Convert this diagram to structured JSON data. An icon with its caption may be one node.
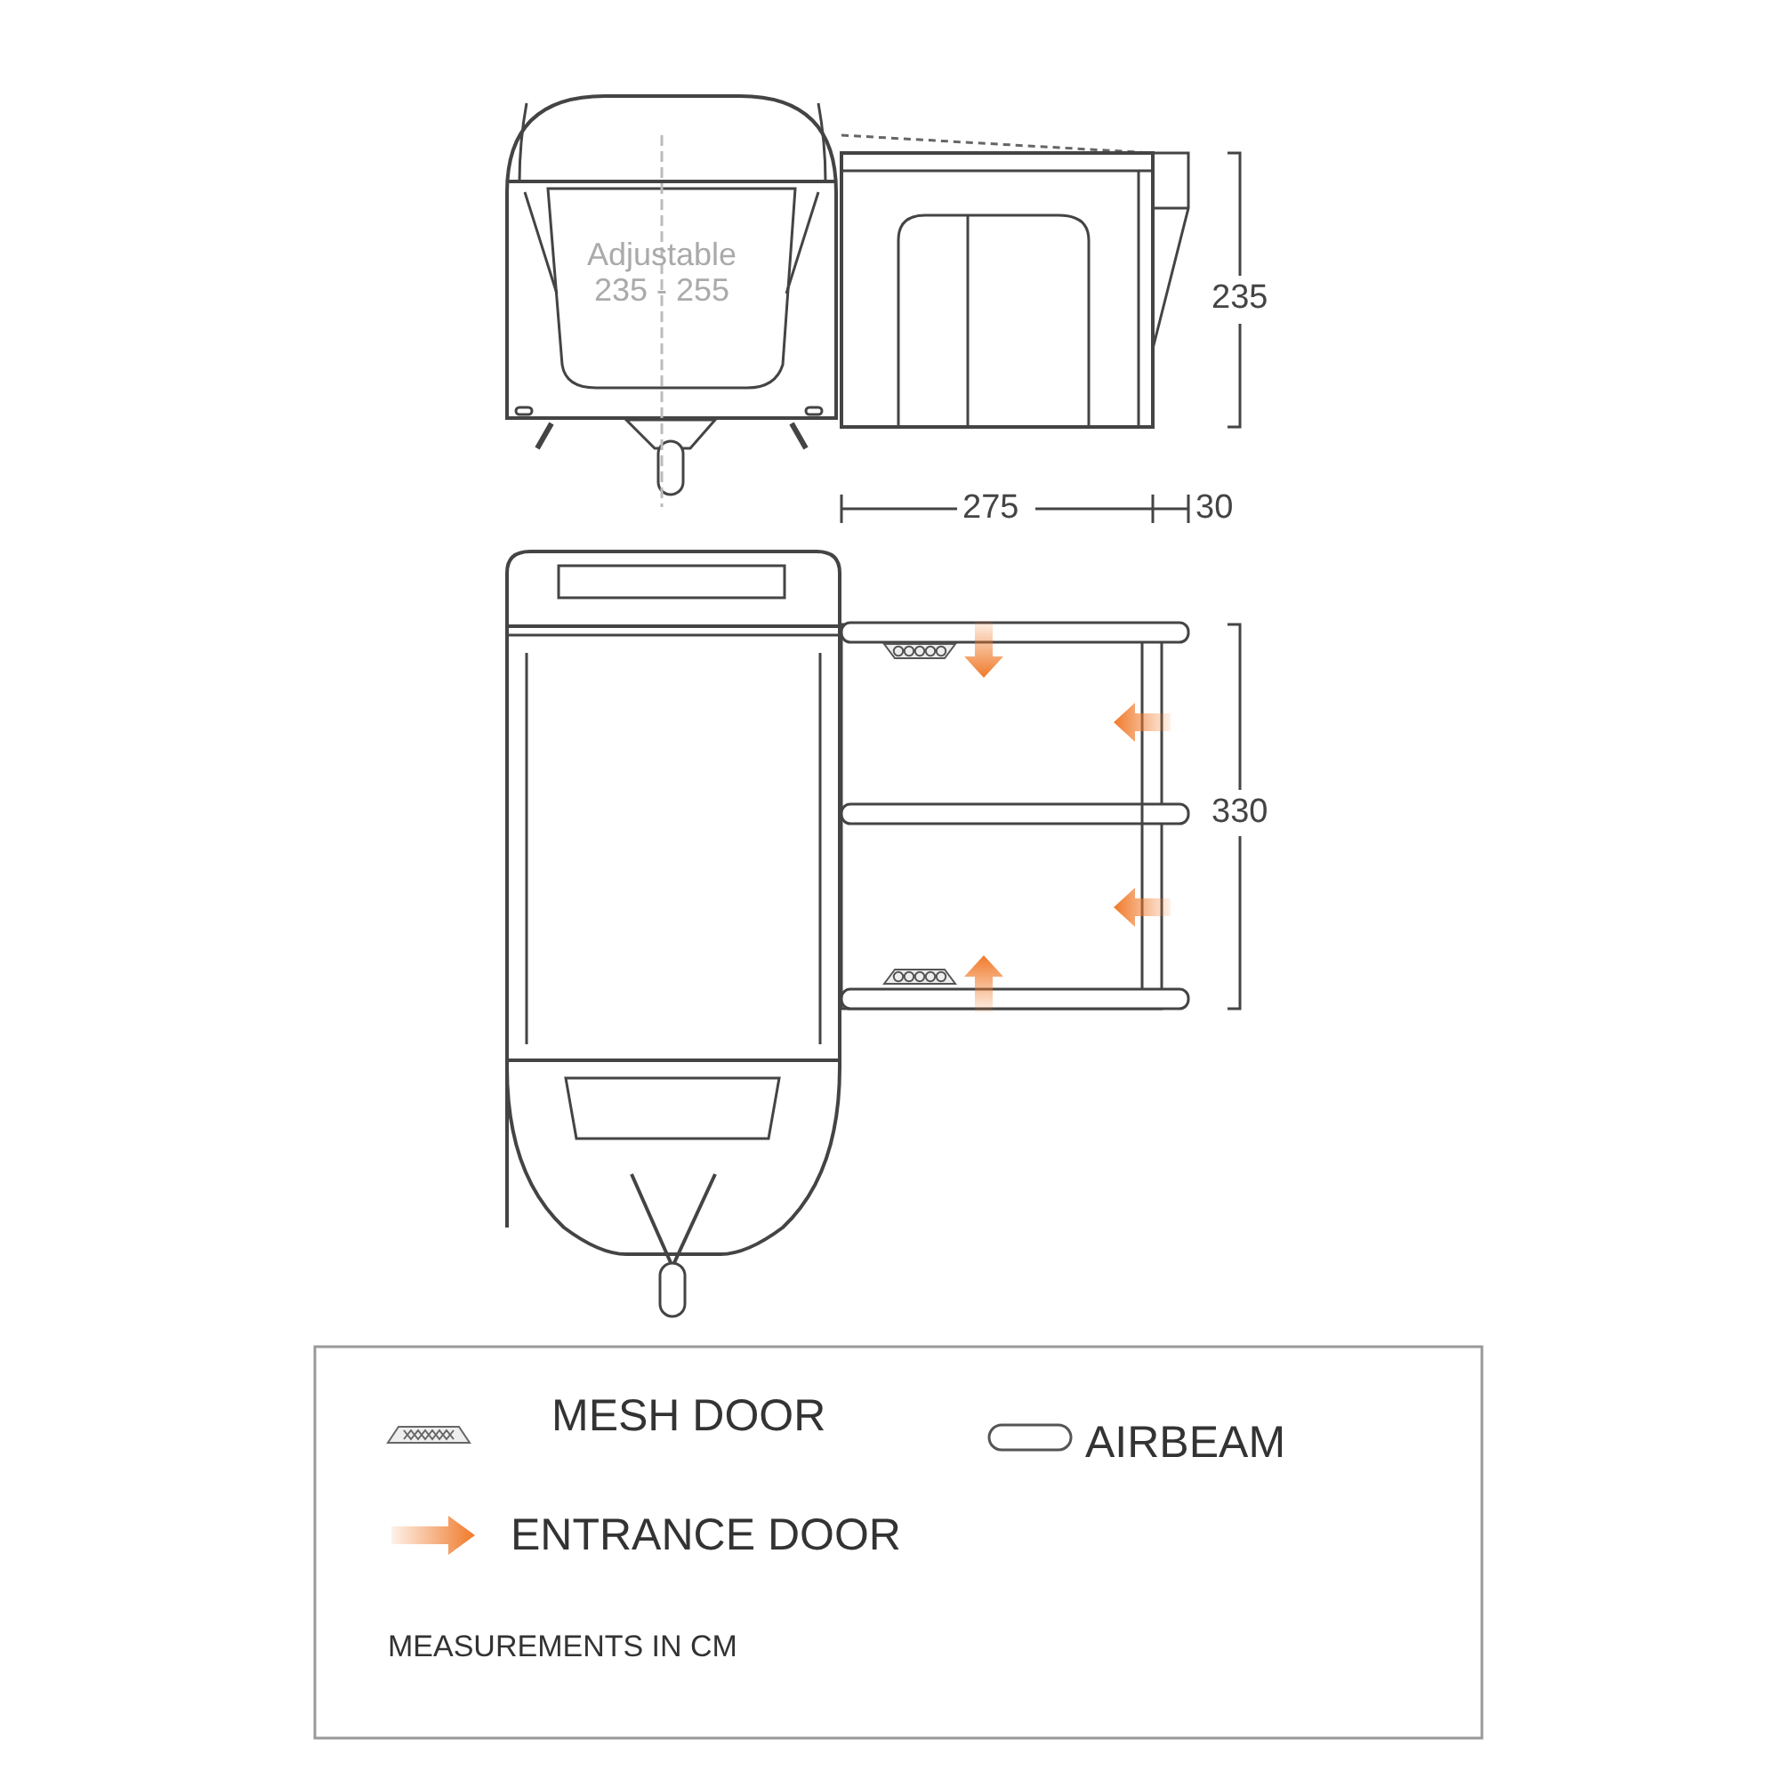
{
  "diagram": {
    "labels": [
      "Adjustable 235 - 255",
      "235",
      "275",
      "30",
      "330",
      "MEASUREMENTS IN CM"
    ],
    "legend": [
      {
        "text": "MESH DOOR"
      },
      {
        "text": "AIRBEAM"
      },
      {
        "text": "ENTRANCE DOOR"
      }
    ]
  }
}
